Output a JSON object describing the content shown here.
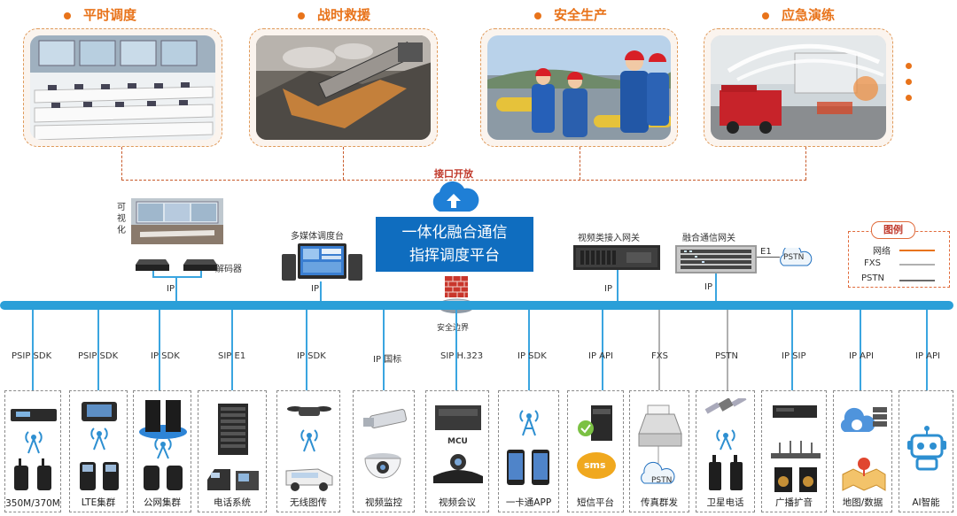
{
  "scenarios": [
    {
      "title": "平时调度"
    },
    {
      "title": "战时救援"
    },
    {
      "title": "安全生产"
    },
    {
      "title": "应急演练"
    }
  ],
  "open_interface": "接口开放",
  "platform": {
    "line1": "一体化融合通信",
    "line2": "指挥调度平台"
  },
  "top_devices": {
    "visual": "可视化",
    "decoder": "解码器",
    "multimedia_console": "多媒体调度台",
    "video_gateway": "视频类接入网关",
    "fusion_gateway": "融合通信网关",
    "e1": "E1",
    "pstn": "PSTN",
    "ip": "IP",
    "security_border": "安全边界"
  },
  "legend": {
    "title": "图例",
    "items": [
      {
        "name": "网络",
        "color": "#e8731a"
      },
      {
        "name": "FXS",
        "color": "#b0b0b0"
      },
      {
        "name": "PSTN",
        "color": "#6a6a6a"
      }
    ]
  },
  "links": [
    "PSIP SDK",
    "PSIP SDK",
    "IP SDK",
    "SIP E1",
    "IP SDK",
    "IP 国标",
    "SIP H.323",
    "IP SDK",
    "IP API",
    "FXS",
    "PSTN",
    "IP SIP",
    "IP API",
    "IP API"
  ],
  "boxes": [
    "350M/370M",
    "LTE集群",
    "公网集群",
    "电话系统",
    "无线图传",
    "视频监控",
    "视频会议",
    "一卡通APP",
    "短信平台",
    "传真群发",
    "卫星电话",
    "广播扩音",
    "地图/数据",
    "AI智能"
  ],
  "box_misc": {
    "mcu": "MCU",
    "sms": "sms",
    "pstn_cloud": "PSTN"
  }
}
